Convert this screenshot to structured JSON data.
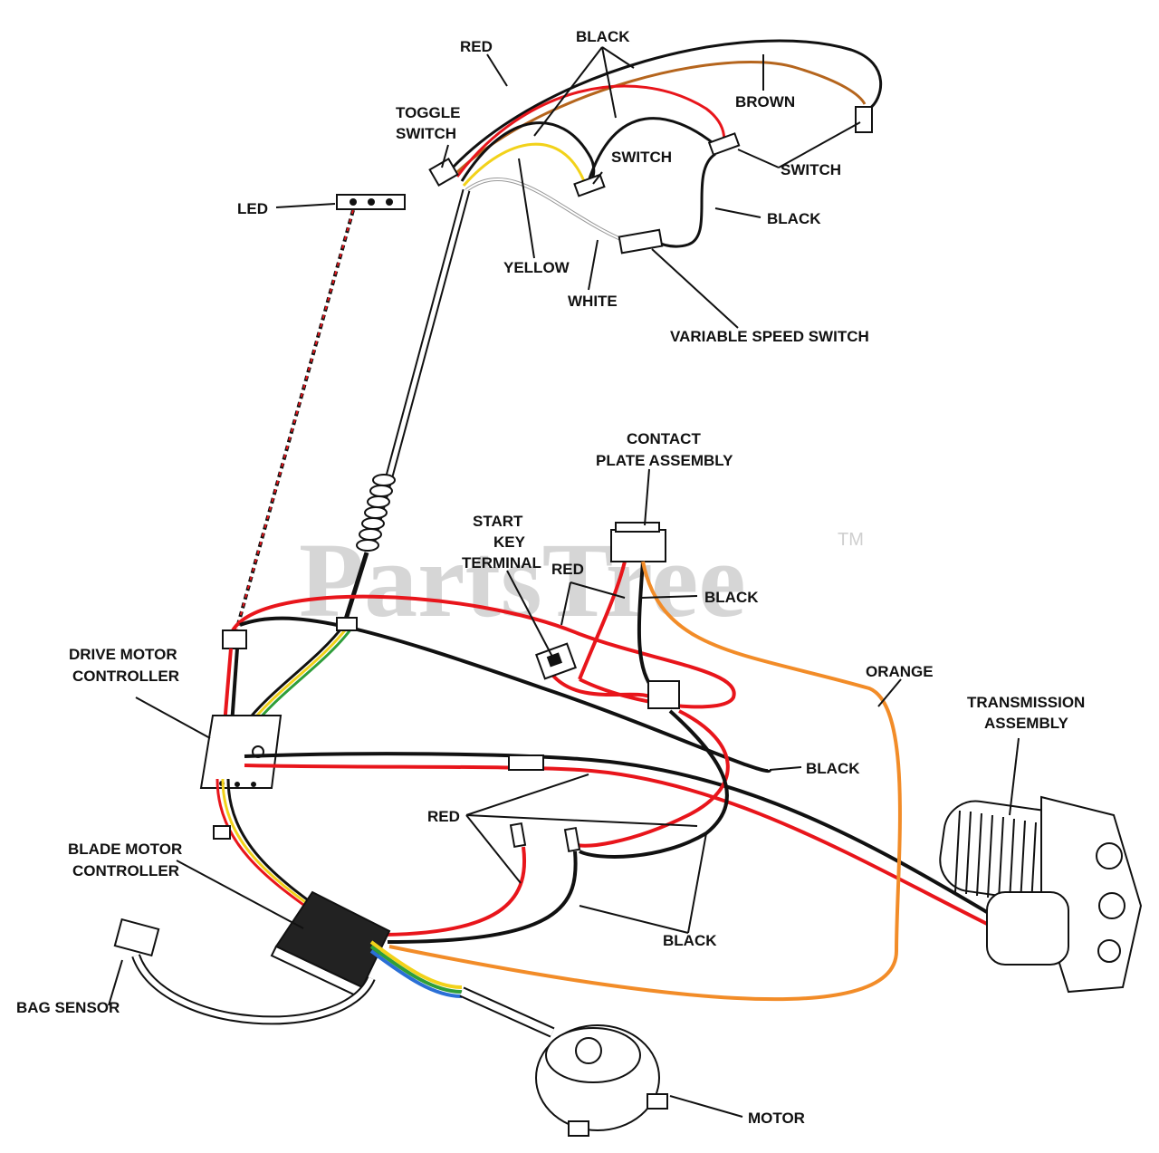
{
  "watermark": {
    "text": "PartsTree",
    "trademark": "TM"
  },
  "labels": {
    "red_top": "RED",
    "black_top": "BLACK",
    "toggle_switch_1": "TOGGLE",
    "toggle_switch_2": "SWITCH",
    "brown": "BROWN",
    "switch_mid": "SWITCH",
    "switch_right": "SWITCH",
    "led": "LED",
    "black_right_top": "BLACK",
    "yellow": "YELLOW",
    "white": "WHITE",
    "variable_speed_switch": "VARIABLE SPEED SWITCH",
    "contact_plate_1": "CONTACT",
    "contact_plate_2": "PLATE ASSEMBLY",
    "start_key_1": "START",
    "start_key_2": "KEY",
    "start_key_3": "TERMINAL",
    "red_start": "RED",
    "black_contact": "BLACK",
    "orange": "ORANGE",
    "transmission_1": "TRANSMISSION",
    "transmission_2": "ASSEMBLY",
    "drive_motor_1": "DRIVE MOTOR",
    "drive_motor_2": "CONTROLLER",
    "black_mid_right": "BLACK",
    "red_mid": "RED",
    "blade_motor_1": "BLADE MOTOR",
    "blade_motor_2": "CONTROLLER",
    "black_bottom": "BLACK",
    "bag_sensor": "BAG SENSOR",
    "motor": "MOTOR"
  },
  "colors": {
    "red": "#e8151b",
    "black": "#111111",
    "brown": "#b5651d",
    "yellow": "#f2d21a",
    "white": "#ffffff",
    "orange": "#f28c28",
    "green": "#2e9e3a",
    "blue": "#2a6fd6"
  }
}
